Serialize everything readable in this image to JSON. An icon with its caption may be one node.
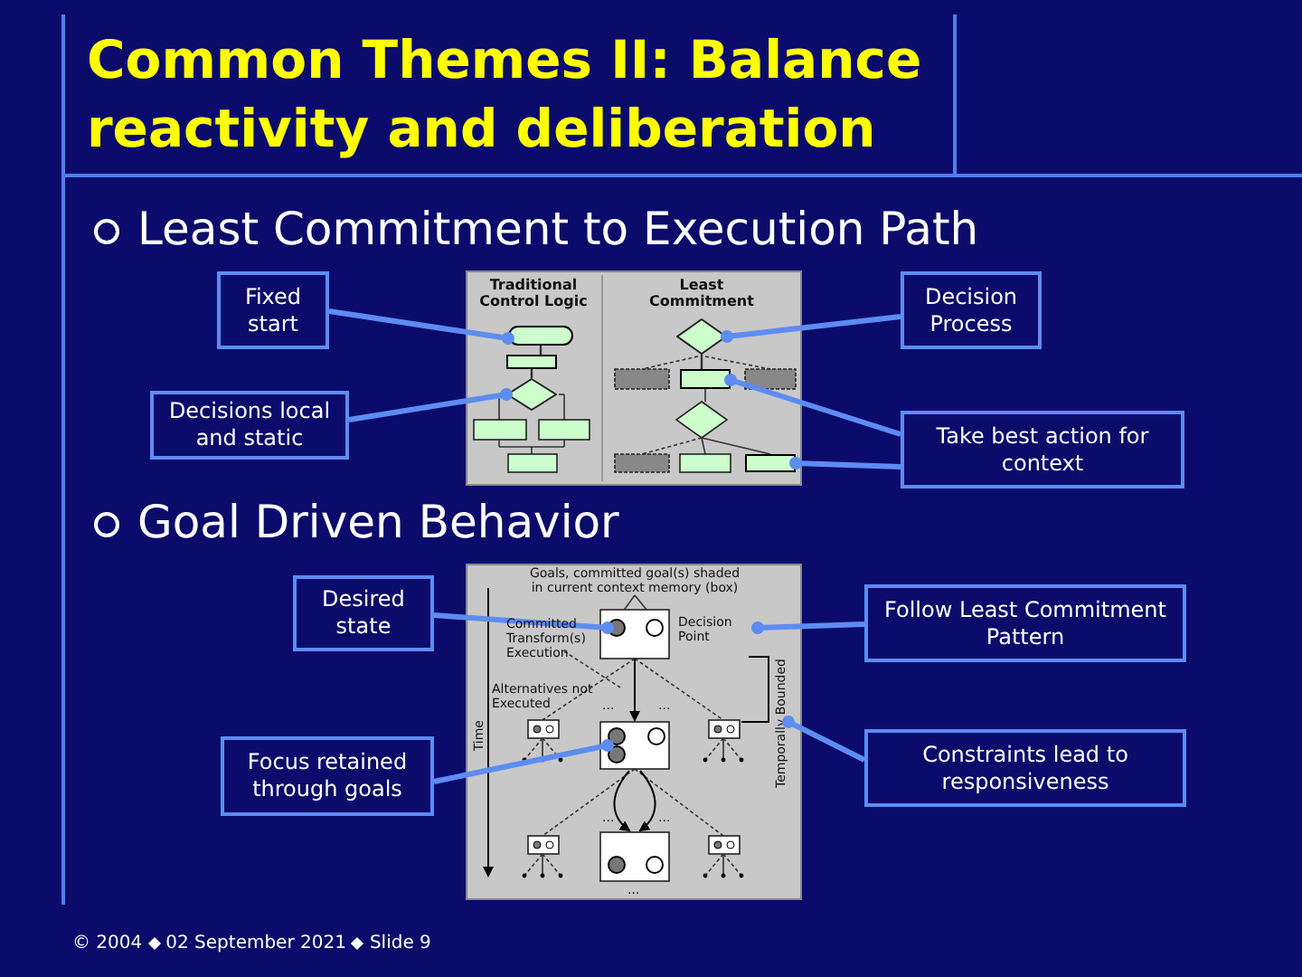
{
  "diagram": {
    "title": "Common Themes II: Balance reactivity and deliberation",
    "nodes": [
      {
        "text": [
          "Fixed start"
        ]
      },
      {
        "text": [
          "Decisions local and static"
        ]
      },
      {
        "text": [
          "Decision Process"
        ]
      },
      {
        "text": [
          "Take best action for context"
        ]
      },
      {
        "text": [
          "Desired state"
        ]
      },
      {
        "text": [
          "Focus retained through goals"
        ]
      },
      {
        "text": [
          "Follow Least Commitment Pattern"
        ]
      },
      {
        "text": [
          "Constraints lead to responsiveness"
        ]
      },
      {
        "text": [],
        "shape": "box"
      },
      {
        "text": [],
        "shape": "diamond"
      },
      {
        "text": [],
        "shape": "diamond"
      },
      {
        "text": [],
        "shape": "box"
      },
      {
        "text": [],
        "shape": "box"
      },
      {
        "text": [],
        "shape": "circle"
      },
      {
        "text": [],
        "shape": "circle"
      },
      {
        "text": [],
        "shape": "box"
      },
      {
        "text": [
          "Decision Point"
        ]
      },
      {
        "text": [
          "Temporally Bounded"
        ]
      }
    ],
    "edges": [
      {
        "from": 0,
        "to": 8,
        "arrow": "other"
      },
      {
        "from": 1,
        "to": 9,
        "arrow": "other"
      },
      {
        "from": 2,
        "to": 10,
        "arrow": "other"
      },
      {
        "from": 3,
        "to": 11,
        "arrow": "other"
      },
      {
        "from": 3,
        "to": 12,
        "arrow": "other"
      },
      {
        "from": 4,
        "to": 13,
        "arrow": "other"
      },
      {
        "from": 5,
        "to": 14,
        "arrow": "other"
      },
      {
        "from": 6,
        "to": 16,
        "arrow": "other"
      },
      {
        "from": 7,
        "to": 17,
        "arrow": "other"
      },
      {
        "from": 8,
        "to": 15,
        "arrow": "none",
        "color": "#333333"
      },
      {
        "from": 15,
        "to": 9,
        "arrow": "none",
        "color": "#333333"
      },
      {
        "from": 10,
        "to": 11,
        "arrow": "none",
        "color": "#333333"
      }
    ],
    "labels": [
      "Least Commitment to Execution Path",
      "Traditional Control Logic",
      "Least Commitment",
      "Goal Driven Behavior",
      "Goals, committed goal(s) shaded in current context memory (box)",
      "Committed Transform(s) Execution",
      "Alternatives not Executed",
      "Time",
      "...",
      "...",
      "...",
      "...",
      "...",
      "© 2004",
      "02 September 2021",
      "Slide 9"
    ]
  }
}
